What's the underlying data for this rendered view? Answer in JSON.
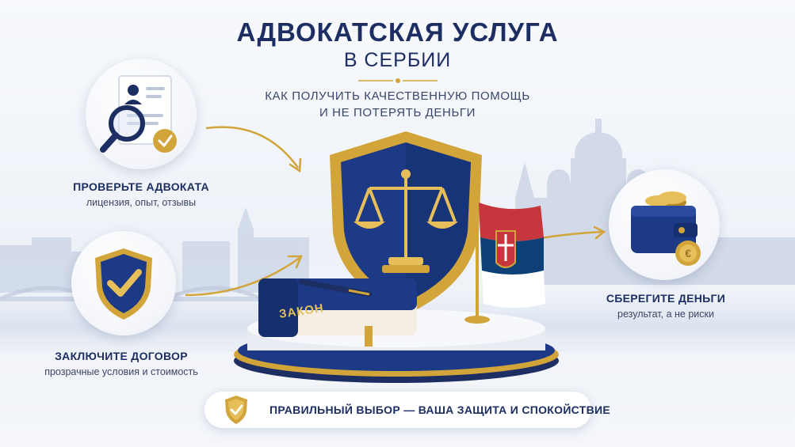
{
  "header": {
    "title": "АДВОКАТСКАЯ УСЛУГА",
    "subtitle": "В СЕРБИИ",
    "tagline_line1": "КАК ПОЛУЧИТЬ КАЧЕСТВЕННУЮ ПОМОЩЬ",
    "tagline_line2": "И НЕ ПОТЕРЯТЬ ДЕНЬГИ"
  },
  "features": [
    {
      "title": "ПРОВЕРЬТЕ АДВОКАТА",
      "description": "лицензия, опыт, отзывы",
      "icon": "magnifier-document-icon"
    },
    {
      "title": "ЗАКЛЮЧИТЕ ДОГОВОР",
      "description": "прозрачные условия и стоимость",
      "icon": "shield-check-icon"
    },
    {
      "title": "СБЕРЕГИТЕ ДЕНЬГИ",
      "description": "результат, а не риски",
      "icon": "wallet-coins-icon"
    }
  ],
  "center": {
    "book_label": "ЗАКОН",
    "icon": "scales-shield-icon"
  },
  "footer": {
    "text": "ПРАВИЛЬНЫЙ ВЫБОР — ВАША ЗАЩИТА И СПОКОЙСТВИЕ",
    "icon": "shield-check-icon"
  },
  "colors": {
    "navy": "#1d2e63",
    "gold": "#d2a53a",
    "serbia_red": "#c6363c",
    "serbia_blue": "#0c4076"
  }
}
